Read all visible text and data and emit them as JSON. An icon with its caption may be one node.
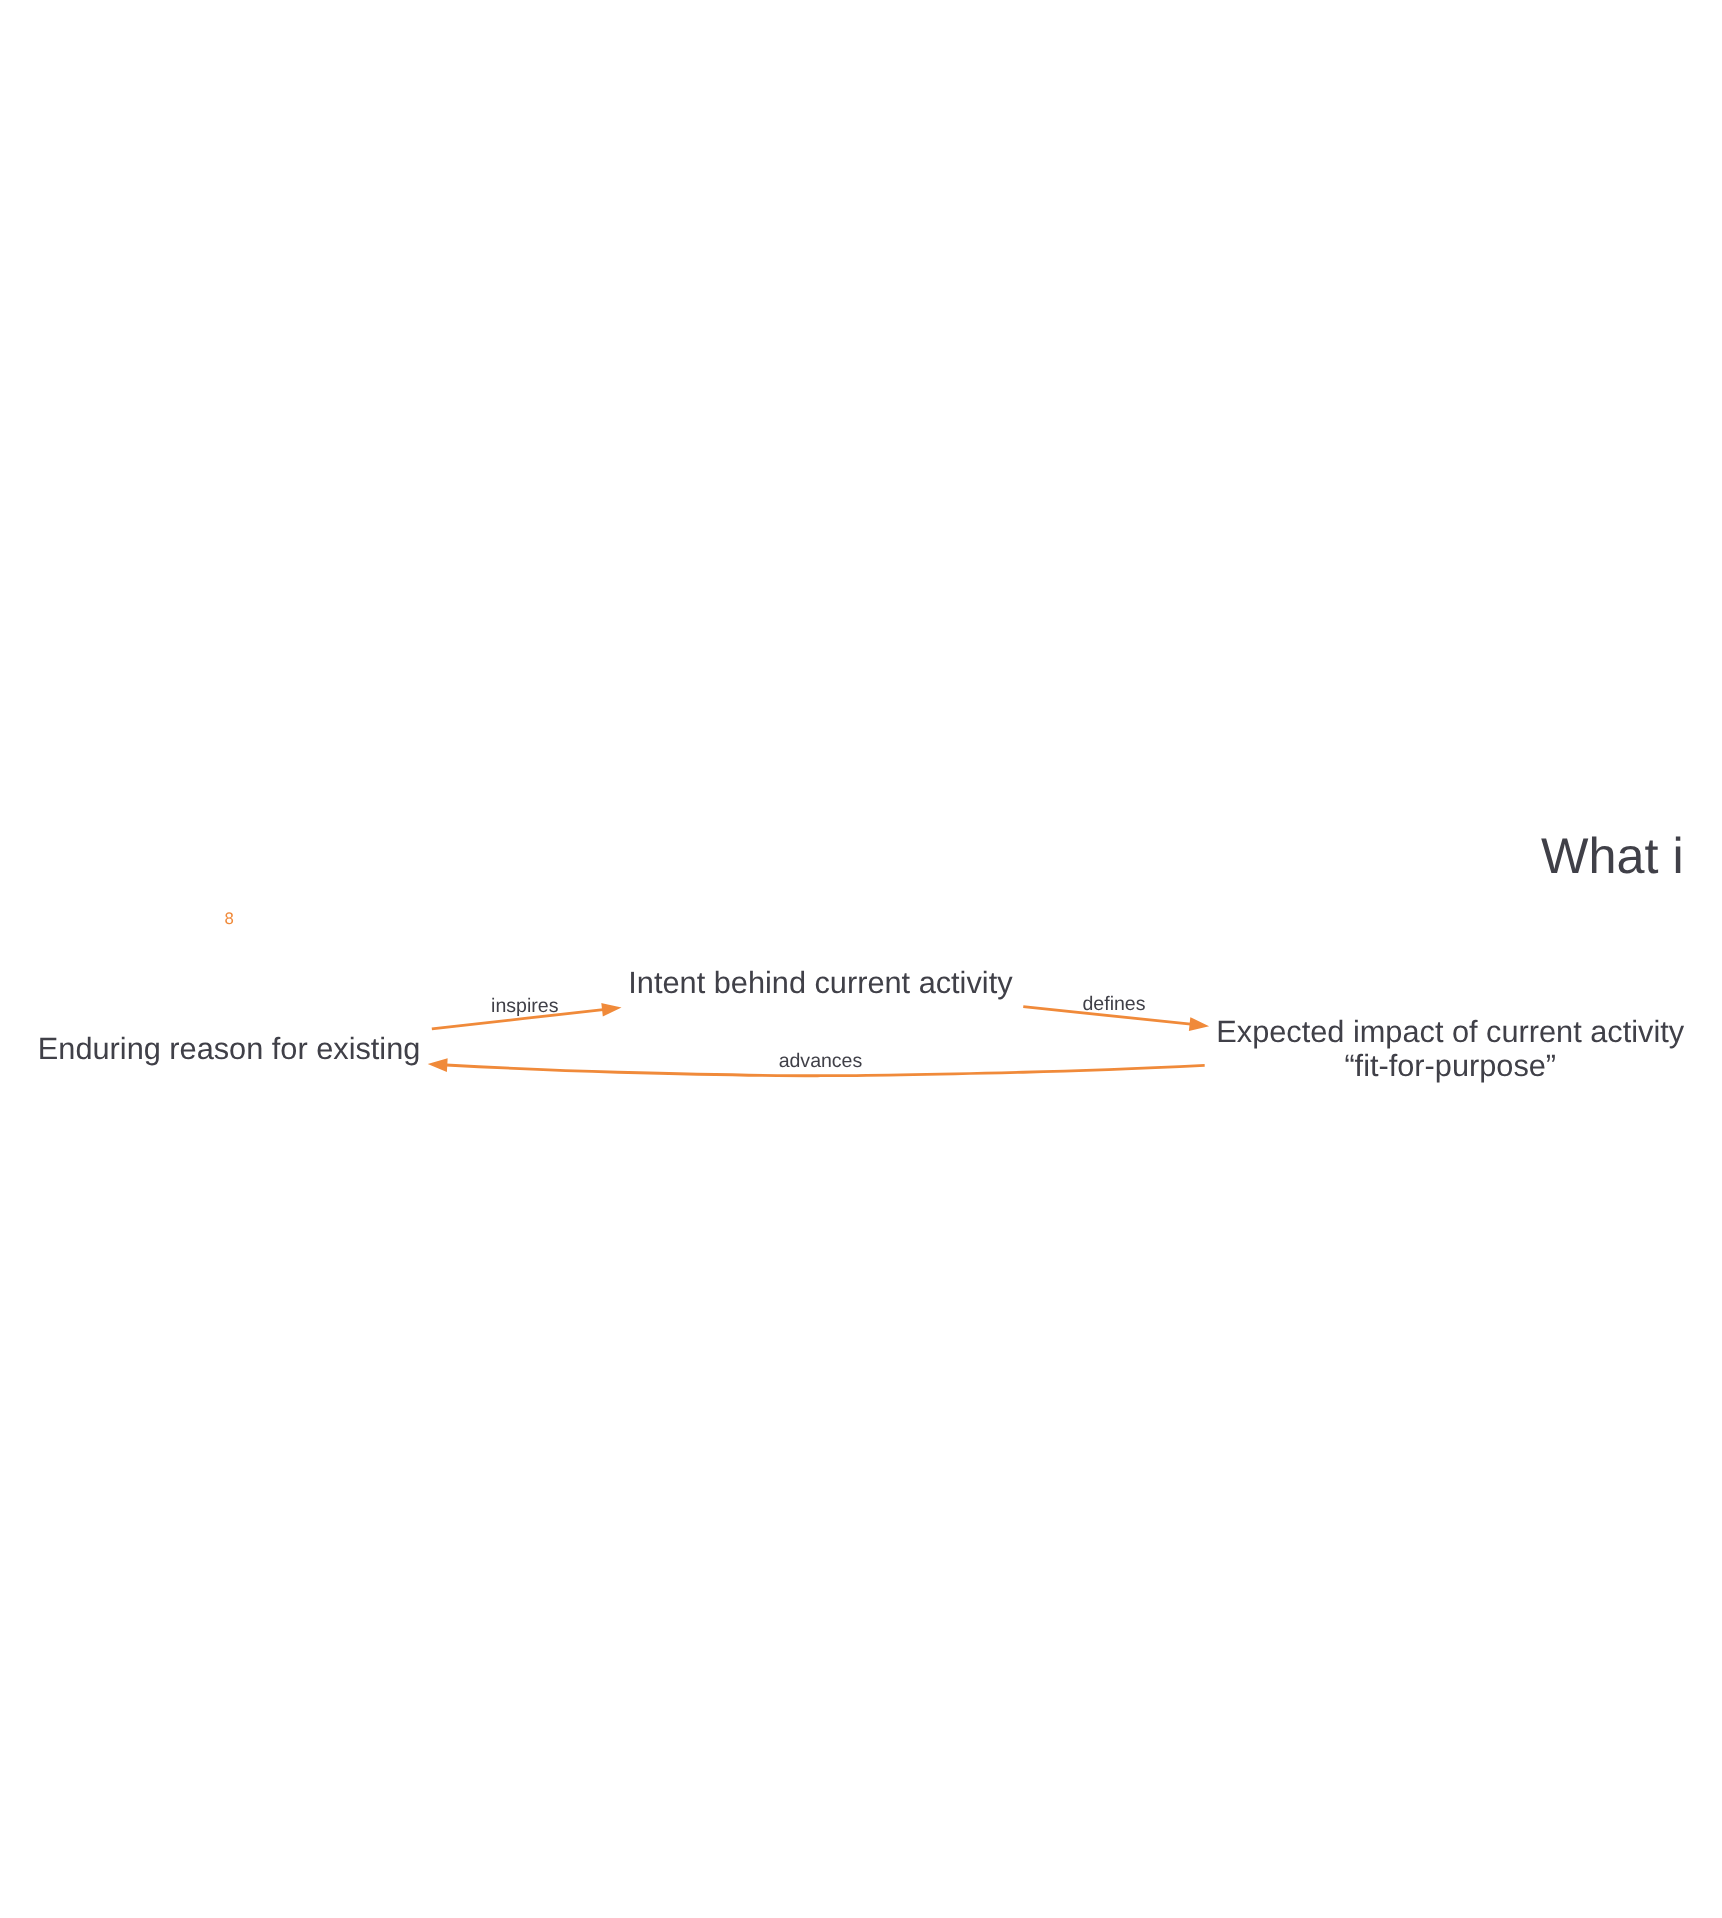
{
  "diagram": {
    "title": "What i",
    "nodes": [
      {
        "text": [
          "Enduring reason for existing"
        ]
      },
      {
        "text": [
          "Intent behind current activity"
        ]
      },
      {
        "text": [
          "Expected impact of current activity",
          "“fit-for-purpose”"
        ]
      }
    ],
    "edges": [
      {
        "from": 0,
        "to": 1,
        "arrow": "to",
        "label": "inspires"
      },
      {
        "from": 1,
        "to": 2,
        "arrow": "to",
        "label": "defines"
      },
      {
        "from": 2,
        "to": 0,
        "arrow": "to",
        "label": "advances"
      }
    ],
    "labels": [
      "8"
    ]
  }
}
